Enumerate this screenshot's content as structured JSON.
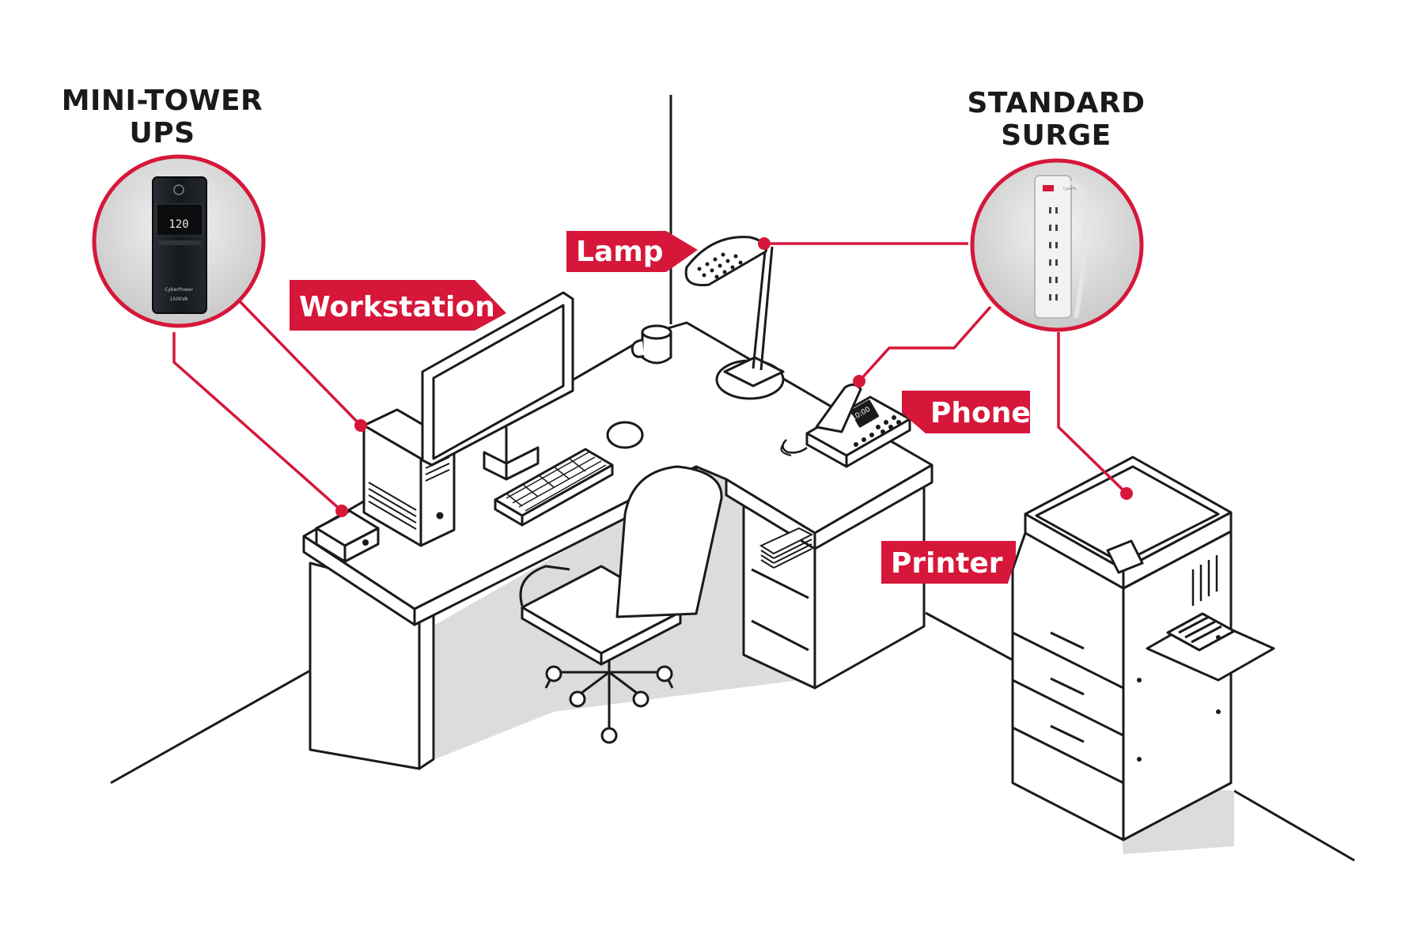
{
  "products": [
    {
      "id": "ups",
      "title_line1": "MINI-TOWER",
      "title_line2": "UPS",
      "icon": "mini-tower-ups-icon",
      "screen_text": "120",
      "brand": "CyberPower",
      "capacity": "1500VA"
    },
    {
      "id": "surge",
      "title_line1": "STANDARD",
      "title_line2": "SURGE",
      "icon": "surge-protector-icon",
      "brand": "CyberPower"
    }
  ],
  "labels": {
    "workstation": "Workstation",
    "lamp": "Lamp",
    "phone": "Phone",
    "printer": "Printer"
  },
  "phone_screen": "10:00",
  "colors": {
    "accent": "#d6173a",
    "line": "#1a1a1a",
    "shadow": "#dcdcdc",
    "ups_body": "#1c1f24",
    "surge_body": "#f2f2f2",
    "lens_bg": "#d9d9d9"
  }
}
